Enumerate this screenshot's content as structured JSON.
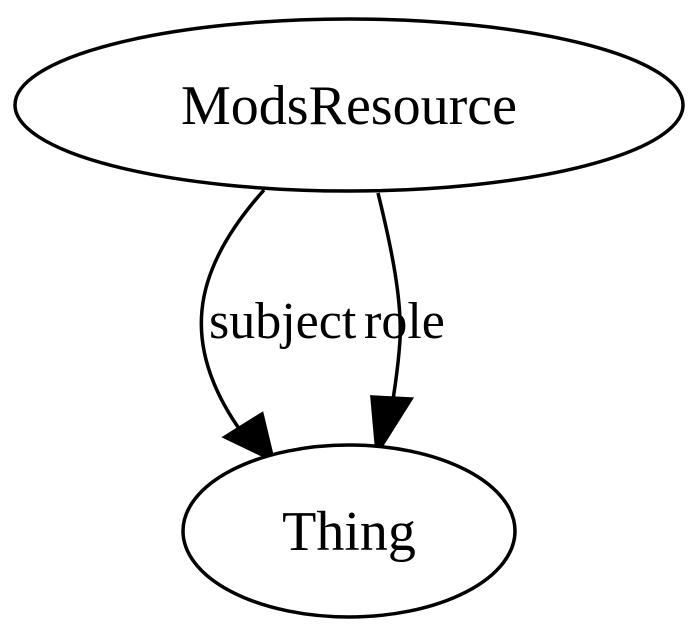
{
  "diagram": {
    "type": "directed-graph",
    "nodes": [
      {
        "id": "modsresource",
        "label": "ModsResource",
        "shape": "ellipse"
      },
      {
        "id": "thing",
        "label": "Thing",
        "shape": "ellipse"
      }
    ],
    "edges": [
      {
        "from": "modsresource",
        "to": "thing",
        "label": "subject"
      },
      {
        "from": "modsresource",
        "to": "thing",
        "label": "role"
      }
    ],
    "colors": {
      "stroke": "#000000",
      "fill": "#ffffff",
      "background": "#ffffff"
    }
  }
}
